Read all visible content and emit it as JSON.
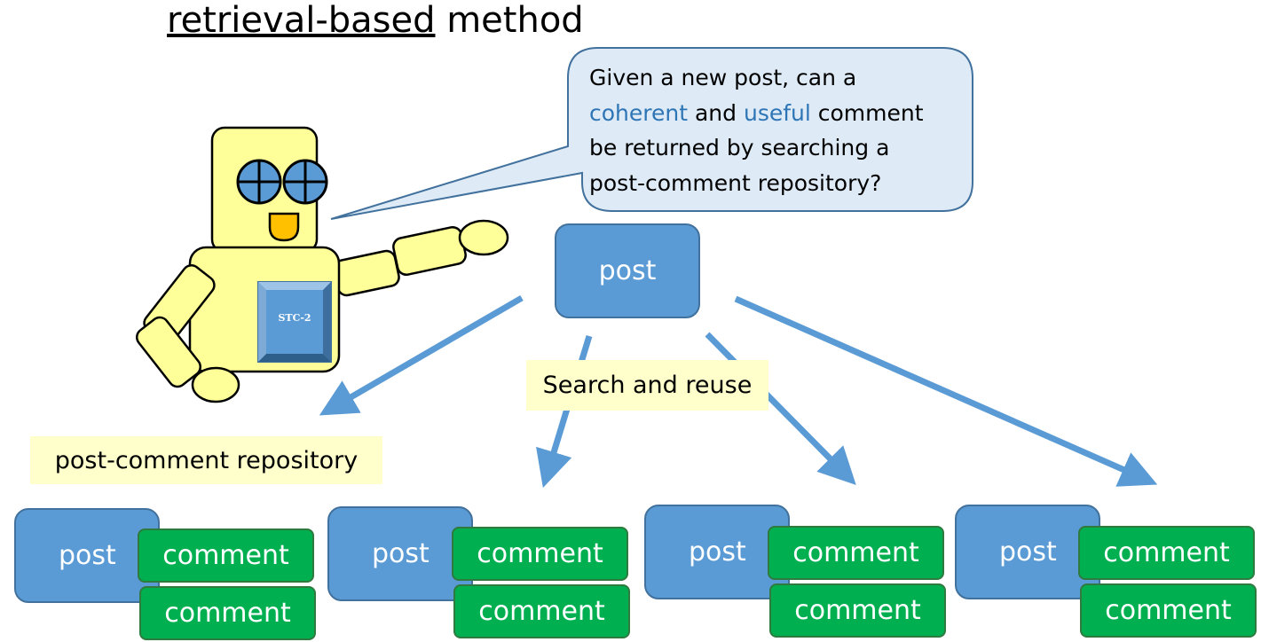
{
  "title": {
    "underlined": "retrieval-based",
    "rest": " method"
  },
  "bubble": {
    "line1": "Given a new post, can a",
    "coherent": "coherent",
    "and": " and ",
    "useful": "useful",
    "comment_rest": " comment",
    "line3": "be returned by searching a",
    "line4": "post-comment repository?"
  },
  "robot": {
    "badge": "STC-2"
  },
  "top_post": "post",
  "search_label": "Search and reuse",
  "repo_label": "post-comment repository",
  "pairs": [
    {
      "post": "post",
      "comment1": "comment",
      "comment2": "comment"
    },
    {
      "post": "post",
      "comment1": "comment",
      "comment2": "comment"
    },
    {
      "post": "post",
      "comment1": "comment",
      "comment2": "comment"
    },
    {
      "post": "post",
      "comment1": "comment",
      "comment2": "comment"
    }
  ],
  "colors": {
    "post": "#5B9BD5",
    "comment": "#00B050",
    "arrow": "#5B9BD5",
    "label_bg": "#FFFFCC",
    "robot": "#FFFF99"
  }
}
